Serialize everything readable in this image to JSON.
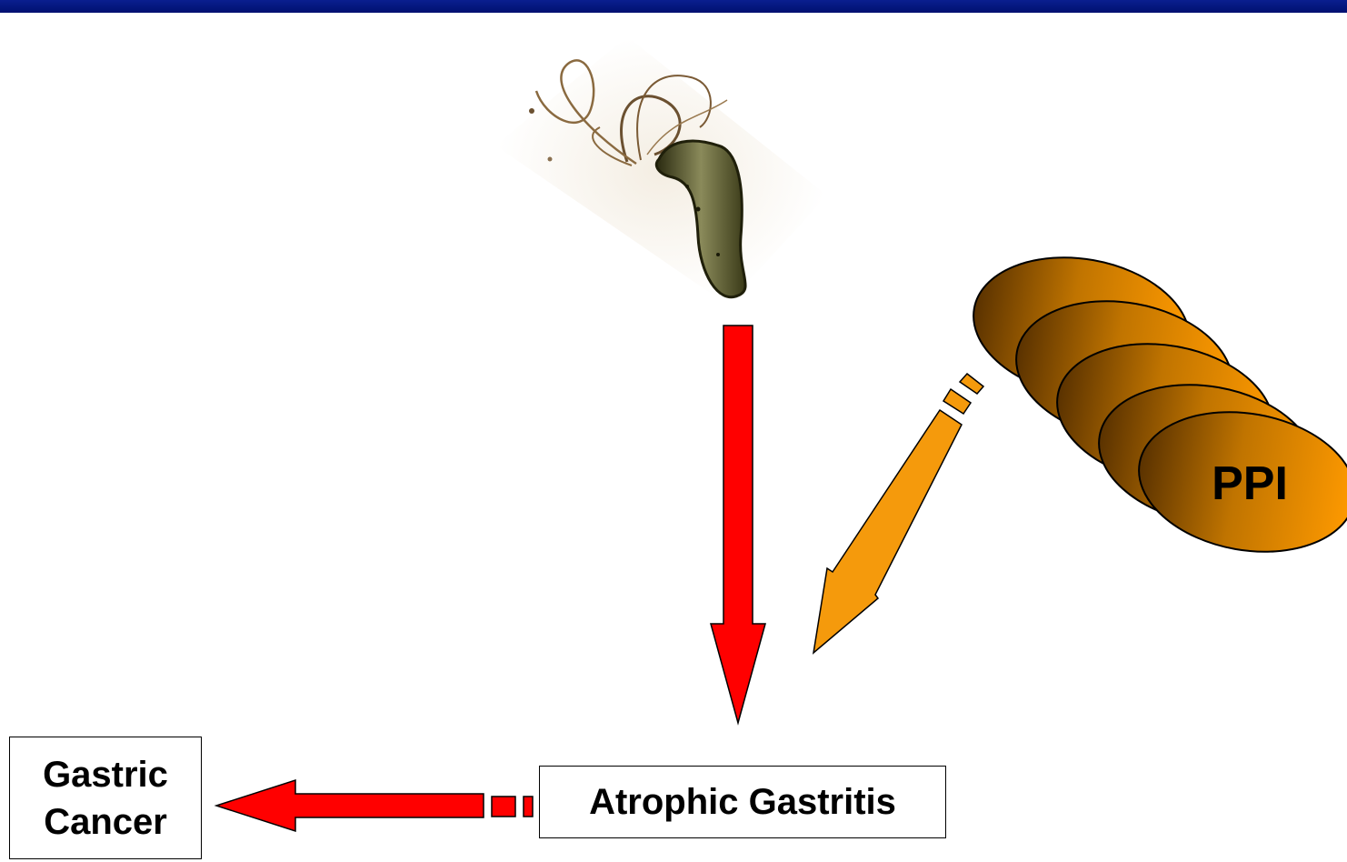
{
  "nodes": {
    "gastric_cancer": {
      "line1": "Gastric",
      "line2": "Cancer"
    },
    "atrophic_gastritis": {
      "label": "Atrophic Gastritis"
    },
    "ppi": {
      "label": "PPI"
    }
  },
  "icons": {
    "bacterium": "helicobacter-pylori-bacterium",
    "pills": "stacked-pill-tablets"
  },
  "colors": {
    "top_bar": "#0a1f8f",
    "red_arrow": "#ff0000",
    "orange_arrow": "#f59a0c",
    "pill_light": "#ff9900",
    "pill_dark": "#5a3200"
  }
}
